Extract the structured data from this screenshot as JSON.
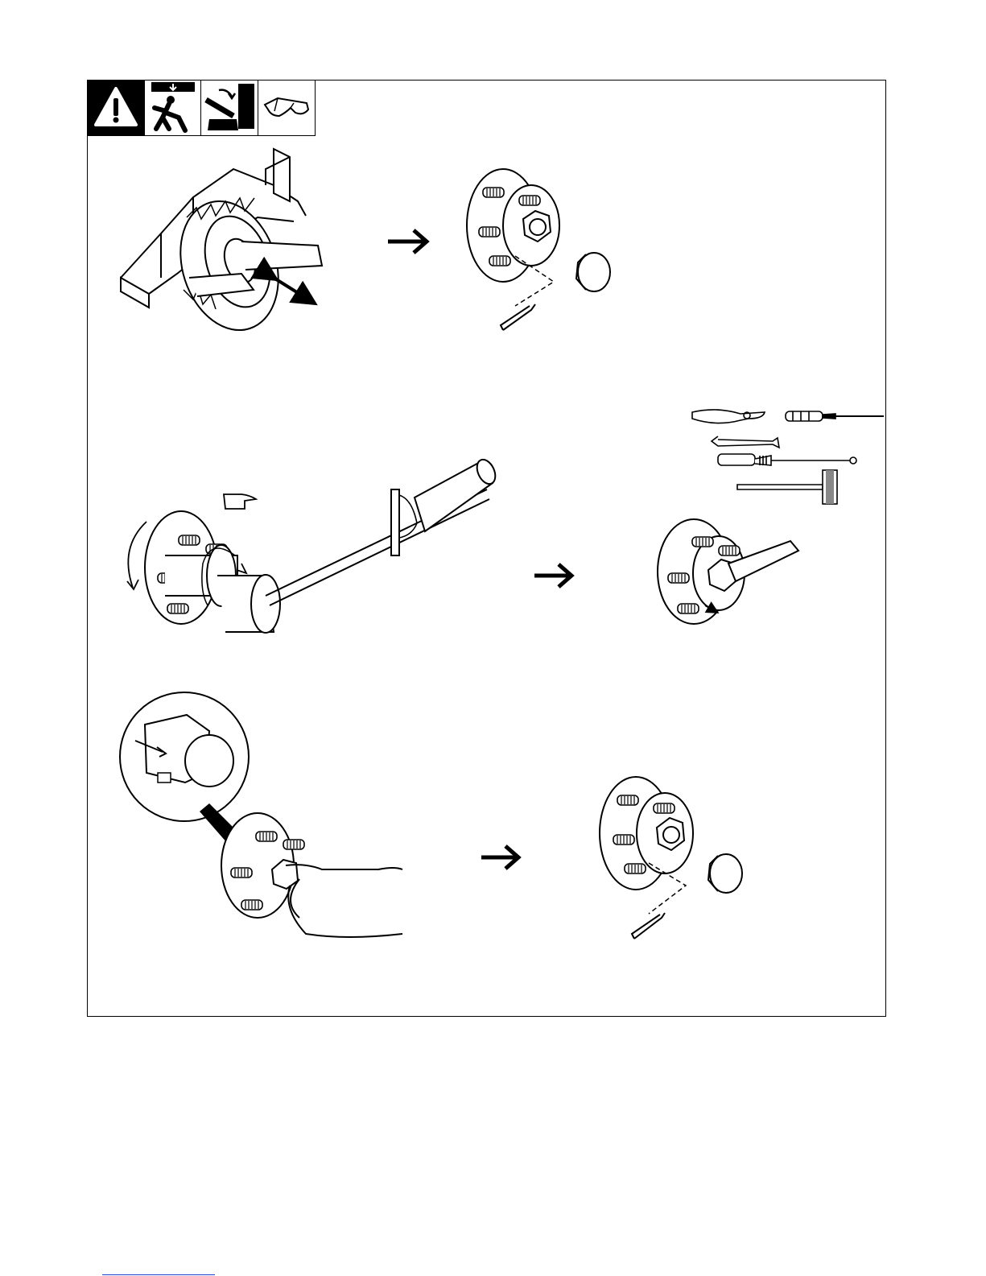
{
  "page": {
    "type": "illustration",
    "description_text": ""
  },
  "warning_strip": {
    "icons": [
      "warning-triangle-icon",
      "falling-load-icon",
      "crushing-hazard-icon",
      "safety-glasses-icon"
    ],
    "accent_color": "#000000"
  },
  "steps": [
    {
      "id": "step-1",
      "panels": [
        "wheel-under-fender-check-play",
        "hub-remove-dust-cap-cotter-pin"
      ]
    },
    {
      "id": "step-2",
      "panels": [
        "torque-wrench-on-spindle-nut",
        "wrench-back-off-nut",
        "tools-set"
      ]
    },
    {
      "id": "step-3",
      "panels": [
        "hand-tighten-nut-detail",
        "hub-install-cotter-pin-dust-cap"
      ]
    }
  ],
  "tools": [
    "pliers-icon",
    "screwdriver-icon",
    "open-end-wrench-icon",
    "torque-wrench-icon",
    "mallet-icon"
  ],
  "colors": {
    "line": "#000000",
    "background": "#ffffff",
    "footer_link": "#1a3fd0"
  }
}
